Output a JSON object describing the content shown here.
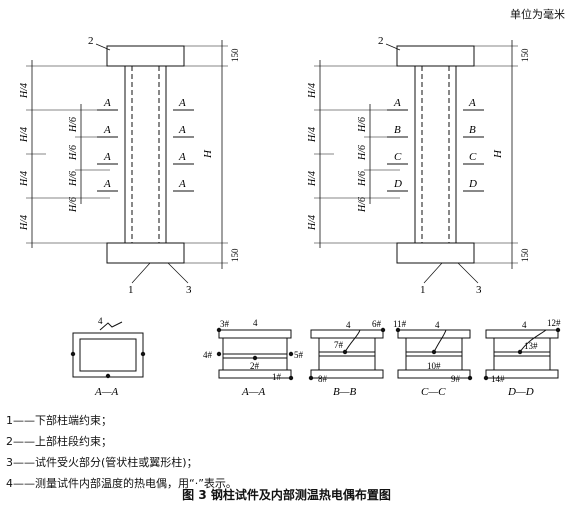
{
  "unit_note": "单位为毫米",
  "elevation_left": {
    "callout_top": "2",
    "callout_bottom_left": "1",
    "callout_bottom_right": "3",
    "dim_top": "150",
    "dim_bottom": "150",
    "dim_total": "H",
    "quarter_labels": [
      "H/4",
      "H/4",
      "H/4",
      "H/4"
    ],
    "sixth_labels": [
      "H/6",
      "H/6",
      "H/6",
      "H/6"
    ],
    "section_marks": [
      "A",
      "A",
      "A",
      "A"
    ]
  },
  "elevation_right": {
    "callout_top": "2",
    "callout_bottom_left": "1",
    "callout_bottom_right": "3",
    "dim_top": "150",
    "dim_bottom": "150",
    "dim_total": "H",
    "quarter_labels": [
      "H/4",
      "H/4",
      "H/4",
      "H/4"
    ],
    "sixth_labels": [
      "H/6",
      "H/6",
      "H/6",
      "H/6"
    ],
    "section_marks": [
      "A",
      "B",
      "C",
      "D"
    ]
  },
  "sections": {
    "box": {
      "label": "A—A",
      "callout": "4"
    },
    "h_a": {
      "label": "A—A",
      "callout": "4",
      "points": [
        "3#",
        "4#",
        "2#",
        "5#",
        "1#"
      ]
    },
    "h_b": {
      "label": "B—B",
      "callout": "4",
      "points": [
        "6#",
        "7#",
        "8#"
      ]
    },
    "h_c": {
      "label": "C—C",
      "callout": "4",
      "points": [
        "11#",
        "10#",
        "9#"
      ]
    },
    "h_d": {
      "label": "D—D",
      "callout": "4",
      "points": [
        "12#",
        "13#",
        "14#"
      ]
    }
  },
  "legend": [
    "1——下部柱端约束；",
    "2——上部柱段约束；",
    "3——试件受火部分(管状柱或翼形柱)；",
    "4——测量试件内部温度的热电偶，用“·”表示。"
  ],
  "caption": "图 3   钢柱试件及内部测温热电偶布置图"
}
